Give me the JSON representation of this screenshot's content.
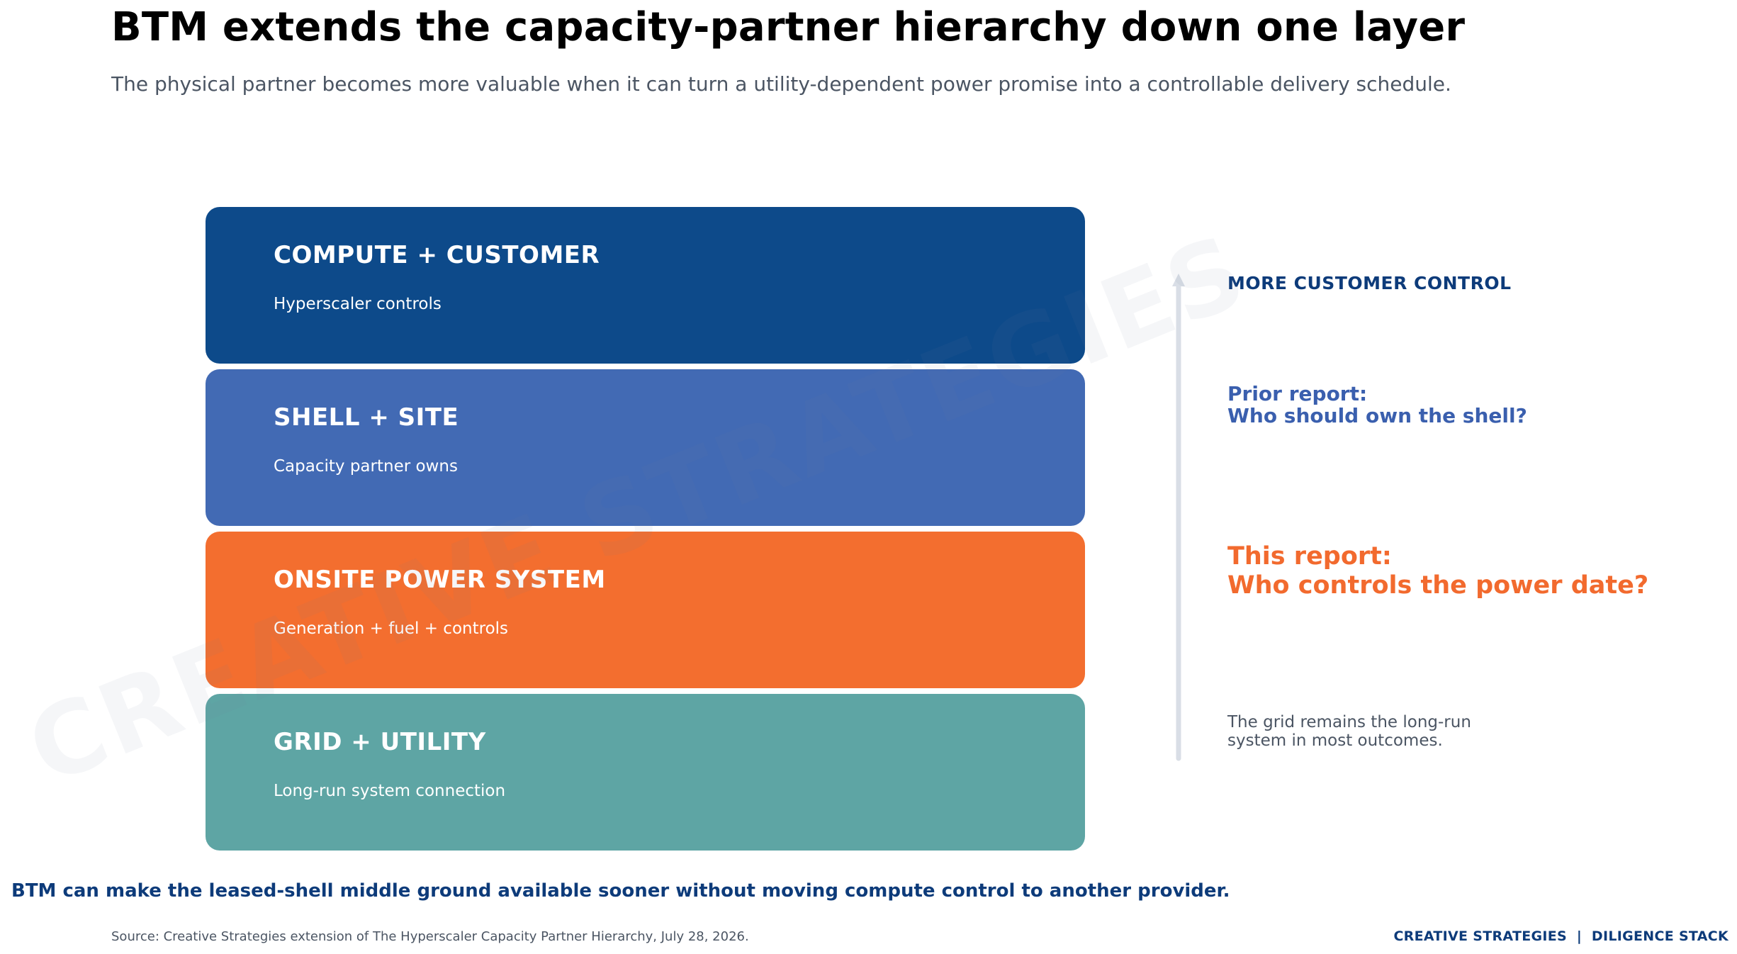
{
  "header": {
    "title": "BTM extends the capacity-partner hierarchy down one layer",
    "subtitle": "The physical partner becomes more valuable when it can turn a utility-dependent power promise into a controllable delivery schedule."
  },
  "watermark": "CREATIVE STRATEGIES",
  "layers": [
    {
      "title": "COMPUTE + CUSTOMER",
      "subtitle": "Hyperscaler controls",
      "color": "#0d4a8a"
    },
    {
      "title": "SHELL + SITE",
      "subtitle": "Capacity partner owns",
      "color": "#426ab4"
    },
    {
      "title": "ONSITE POWER SYSTEM",
      "subtitle": "Generation + fuel + controls",
      "color": "#f36e2f"
    },
    {
      "title": "GRID + UTILITY",
      "subtitle": "Long-run system connection",
      "color": "#5ea5a4"
    }
  ],
  "side": {
    "top_label": "MORE CUSTOMER CONTROL",
    "prior_report": {
      "line1": "Prior report:",
      "line2": "Who should own the shell?"
    },
    "this_report": {
      "line1": "This report:",
      "line2": "Who controls the power date?"
    },
    "grid_note": {
      "line1": "The grid remains the long-run",
      "line2": "system in most outcomes."
    }
  },
  "footer": {
    "takeaway": "BTM can make the leased-shell middle ground available sooner without moving compute control to another provider.",
    "source": "Source: Creative Strategies extension of The Hyperscaler Capacity Partner Hierarchy, July 28, 2026.",
    "brand": "CREATIVE STRATEGIES  |  DILIGENCE STACK"
  },
  "colors": {
    "arrow": "#d9dee6"
  }
}
